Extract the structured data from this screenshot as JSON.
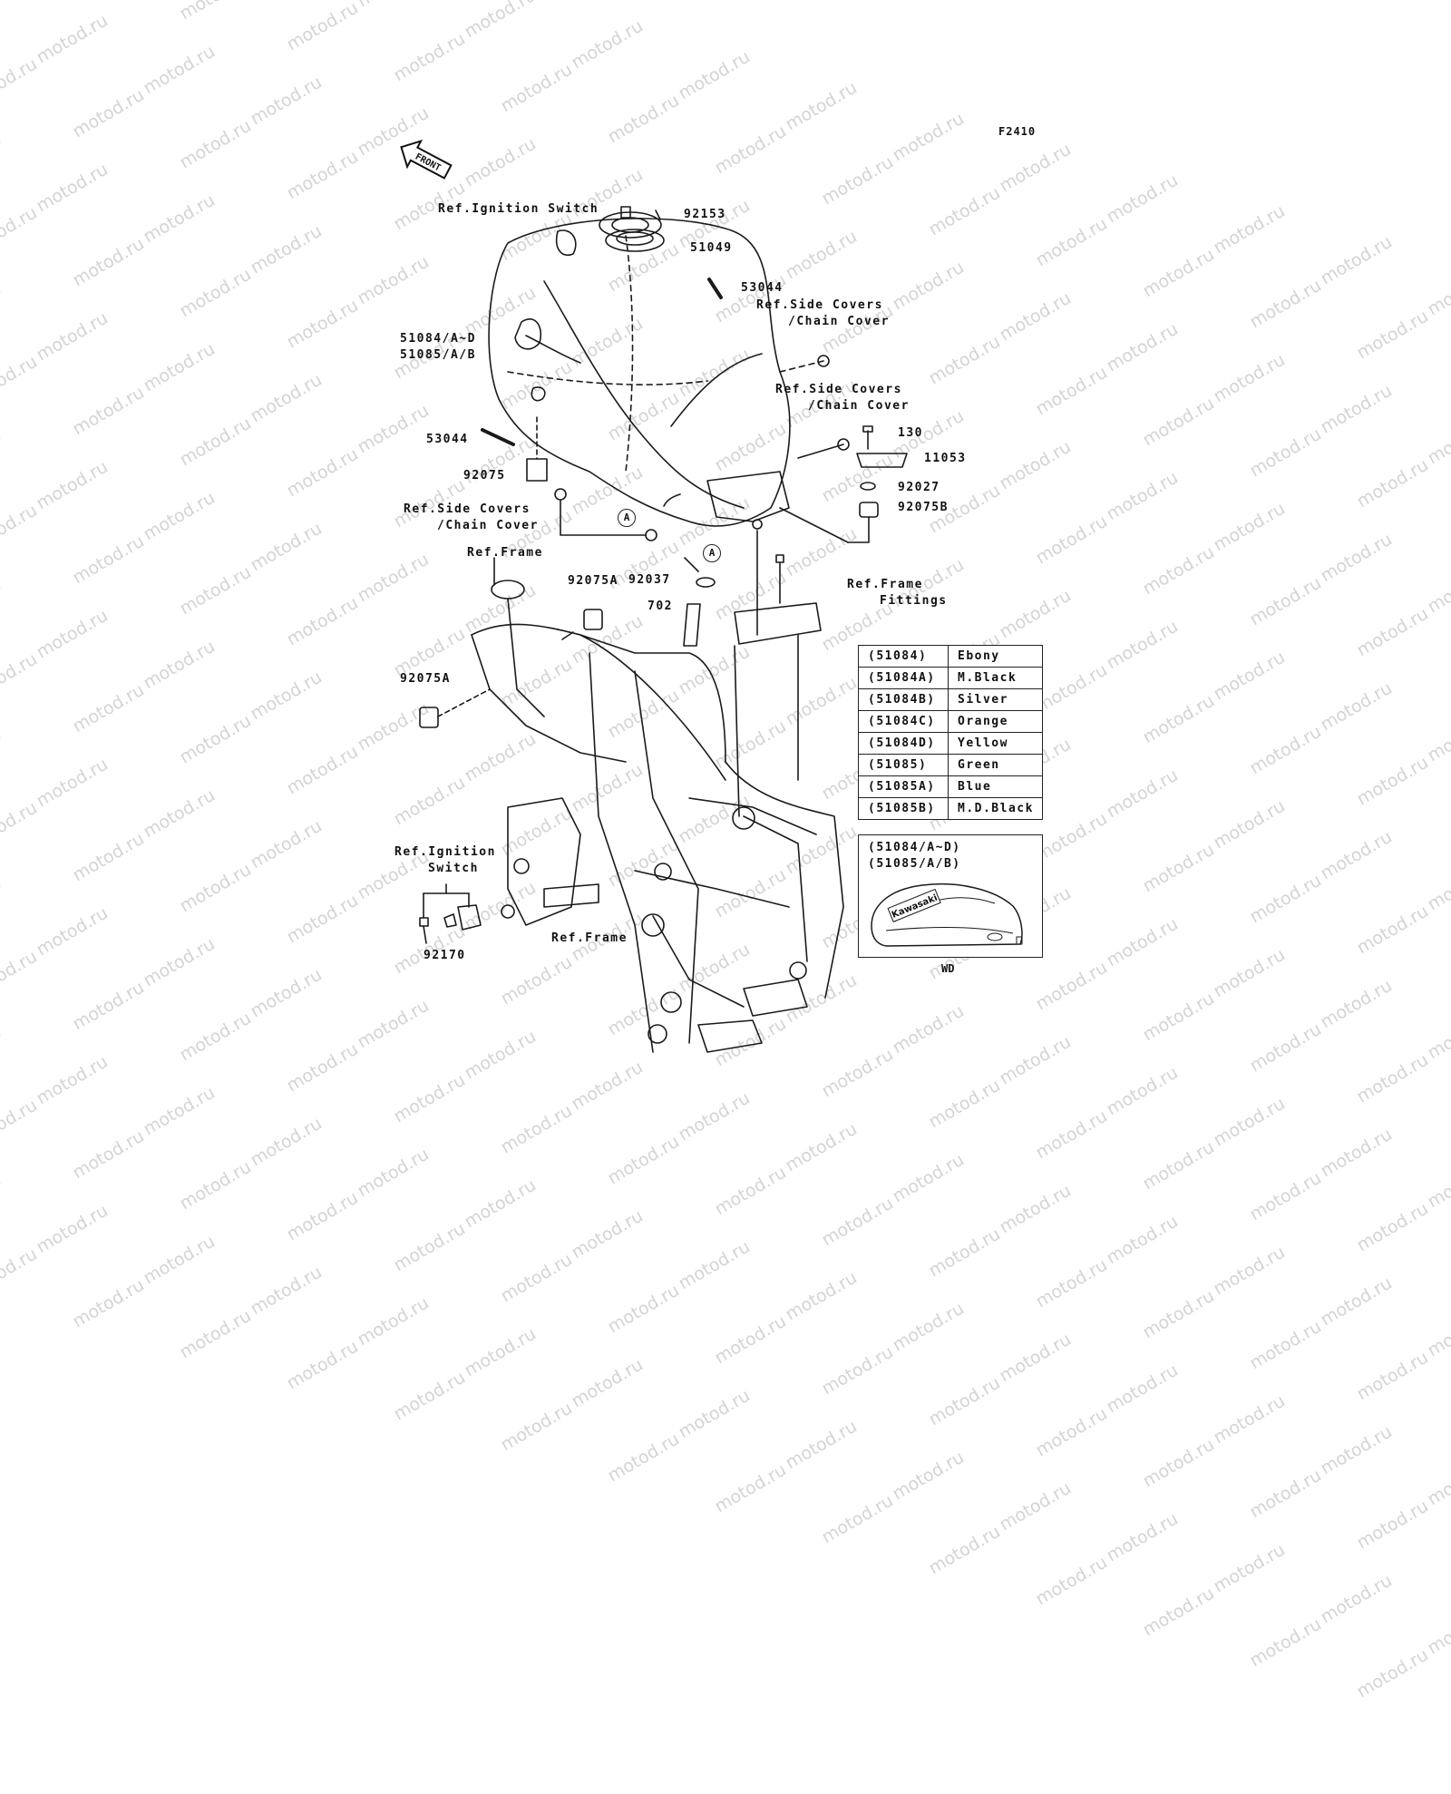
{
  "figure_code": "F2410",
  "front_arrow_label": "FRONT",
  "watermark_text": "motod.ru",
  "callouts": {
    "ref_ignition_switch_top": "Ref.Ignition Switch",
    "p92153": "92153",
    "p51049": "51049",
    "p53044_top": "53044",
    "ref_side_covers_1_line1": "Ref.Side Covers",
    "ref_side_covers_1_line2": "/Chain Cover",
    "p51084": "51084/A~D",
    "p51085": "51085/A/B",
    "ref_side_covers_2_line1": "Ref.Side Covers",
    "ref_side_covers_2_line2": "/Chain Cover",
    "p130": "130",
    "p11053": "11053",
    "p53044_left": "53044",
    "p92027": "92027",
    "p92075": "92075",
    "p92075B": "92075B",
    "ref_side_covers_3_line1": "Ref.Side Covers",
    "ref_side_covers_3_line2": "/Chain Cover",
    "circle_a_1": "A",
    "circle_a_2": "A",
    "ref_frame_top": "Ref.Frame",
    "p92075A_top": "92075A",
    "p92037": "92037",
    "p702": "702",
    "ref_frame_fittings_line1": "Ref.Frame",
    "ref_frame_fittings_line2": "Fittings",
    "p92075A_left": "92075A",
    "ref_ignition_switch_bottom_line1": "Ref.Ignition",
    "ref_ignition_switch_bottom_line2": "Switch",
    "p92170": "92170",
    "ref_frame_bottom": "Ref.Frame"
  },
  "color_table": [
    {
      "code": "(51084)",
      "color": "Ebony"
    },
    {
      "code": "(51084A)",
      "color": "M.Black"
    },
    {
      "code": "(51084B)",
      "color": "Silver"
    },
    {
      "code": "(51084C)",
      "color": "Orange"
    },
    {
      "code": "(51084D)",
      "color": "Yellow"
    },
    {
      "code": "(51085)",
      "color": "Green"
    },
    {
      "code": "(51085A)",
      "color": "Blue"
    },
    {
      "code": "(51085B)",
      "color": "M.D.Black"
    }
  ],
  "variant_box": {
    "line1": "(51084/A~D)",
    "line2": "(51085/A/B)",
    "logo_text": "Kawasaki"
  },
  "variant_label": "WD"
}
